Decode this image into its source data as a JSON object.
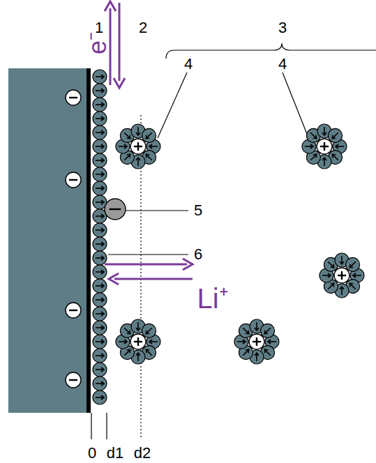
{
  "diagram": {
    "labels": [
      "e⁻",
      "1",
      "2",
      "3",
      "4",
      "4",
      "5",
      "6",
      "Li⁺",
      "0",
      "d1",
      "d2"
    ]
  }
}
